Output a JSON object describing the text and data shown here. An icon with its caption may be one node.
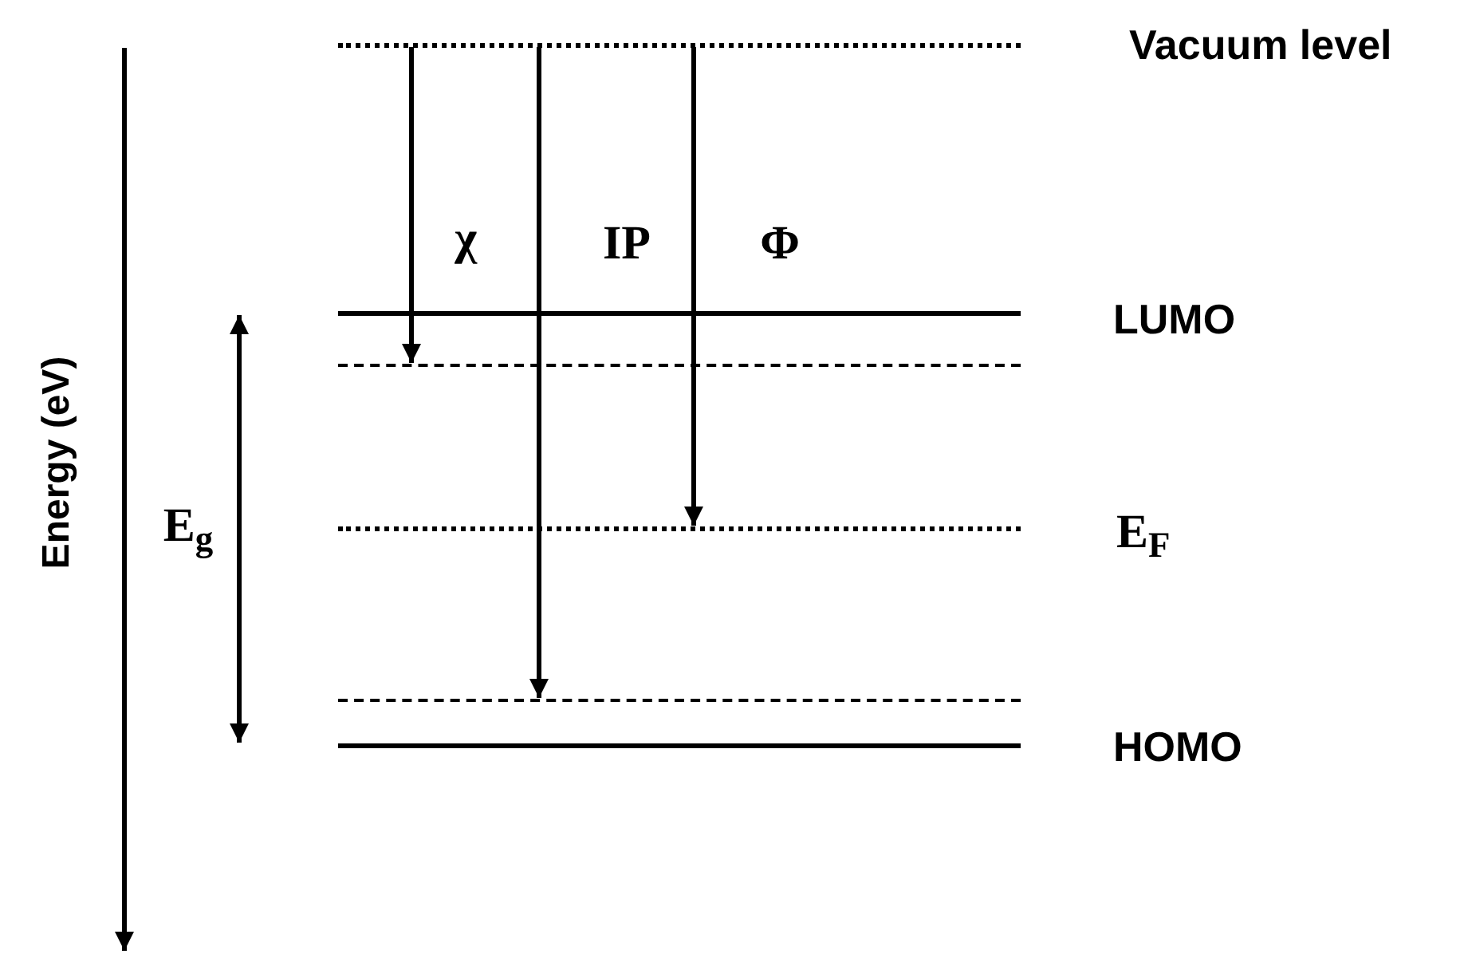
{
  "diagram": {
    "nodes": [
      {
        "text": [],
        "shape": "bar",
        "beside": [
          "Vacuum level"
        ]
      },
      {
        "text": [],
        "shape": "bar",
        "beside": [
          "LUMO"
        ]
      },
      {
        "text": [],
        "shape": "bar"
      },
      {
        "text": [],
        "shape": "bar",
        "beside": [
          "E$_{F}$"
        ]
      },
      {
        "text": [],
        "shape": "bar"
      },
      {
        "text": [],
        "shape": "bar",
        "beside": [
          "HOMO"
        ]
      }
    ],
    "edges": [
      {
        "from": 0,
        "to": 2,
        "arrow": "to",
        "label": "χ"
      },
      {
        "from": 0,
        "to": 4,
        "arrow": "to",
        "label": "IP"
      },
      {
        "from": 0,
        "to": 3,
        "arrow": "to",
        "label": "Φ"
      },
      {
        "from": 1,
        "to": 5,
        "arrow": "both",
        "label": "E$_{g}$"
      }
    ],
    "labels": [
      "Energy (eV)"
    ]
  }
}
